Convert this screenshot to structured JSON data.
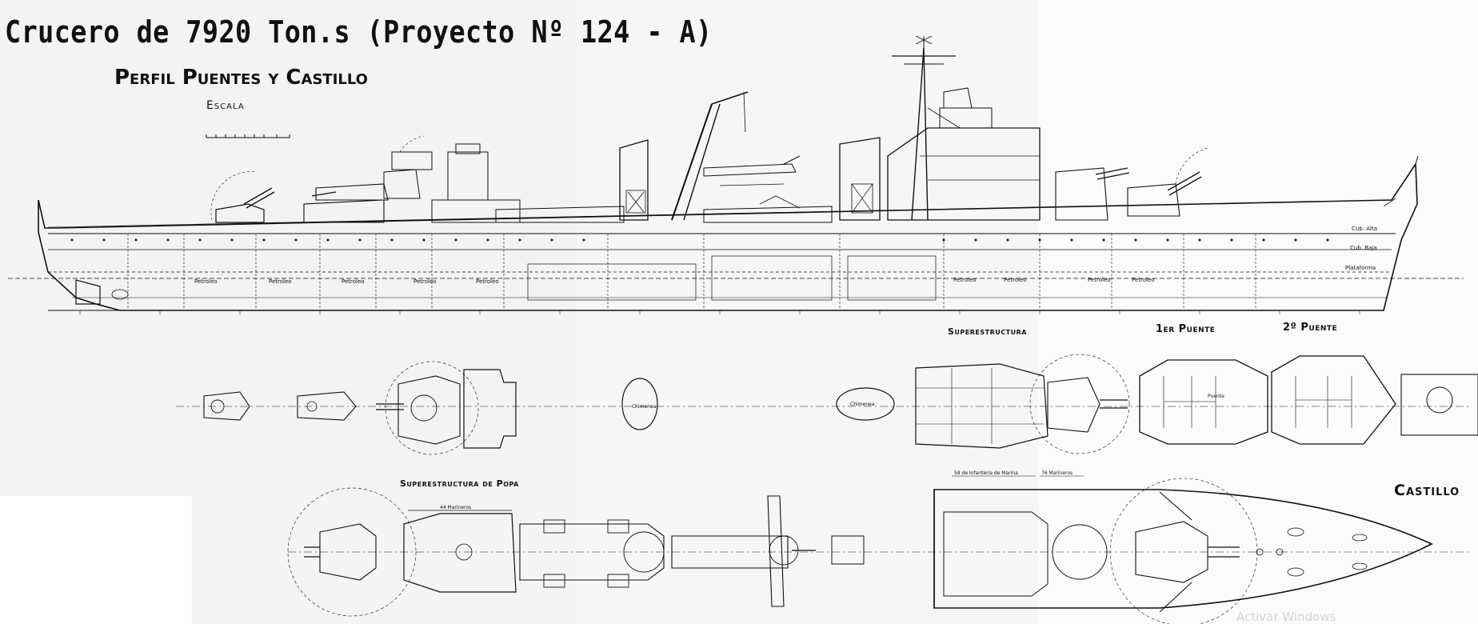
{
  "document": {
    "title": "Crucero de 7920 Ton.s (Proyecto Nº 124 - A)",
    "subtitle": "Perfil Puentes y Castillo",
    "scale_label": "Escala"
  },
  "sections": {
    "superestructura": "Superestructura",
    "primer_puente": "1er Puente",
    "segundo_puente": "2º Puente",
    "superestructura_popa": "Superestructura de Popa",
    "castillo": "Castillo"
  },
  "profile_labels": {
    "cub_alta": "Cub. Alta",
    "cub_baja": "Cub. Baja",
    "plataforma": "Plataforma",
    "petroleo": "Petroleo"
  },
  "plan_labels": {
    "chimenea": "Chimenea",
    "puente": "Puente",
    "infanteria": "58 de Infanteria de Marina",
    "marineros_76": "76 Marineros",
    "marineros_44": "44 Marineros"
  },
  "overlay": {
    "watermark": "Activar Windows"
  },
  "colors": {
    "ink": "#111111",
    "paper": "#f6f6f4"
  }
}
